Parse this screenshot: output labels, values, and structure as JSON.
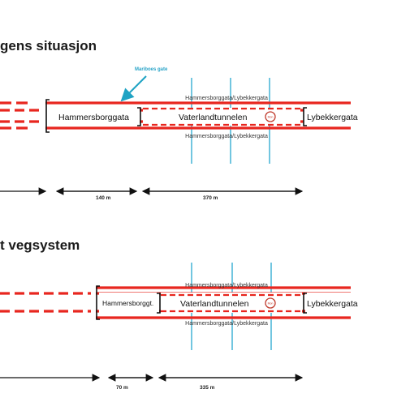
{
  "section1": {
    "heading": "gens situasjon",
    "annotation": "Mariboes gate",
    "box_left": "Hammersborggata",
    "box_mid": "Vaterlandtunnelen",
    "box_right": "Lybekkergata",
    "top_label": "Hammersborggata/Lybekkergata",
    "bottom_label": "Hammersborggata/Lybekkergata",
    "dist1": "140 m",
    "dist2": "370 m",
    "sign_text": "Mon"
  },
  "section2": {
    "heading": "t vegsystem",
    "box_left": "Hammersborggt.",
    "box_mid": "Vaterlandtunnelen",
    "box_right": "Lybekkergata",
    "top_label": "Hammersborggata/Lybekkergata",
    "bottom_label": "Hammersborggata/Lybekkergata",
    "dist1": "70 m",
    "dist2": "335 m",
    "sign_text": "Mon"
  },
  "colors": {
    "road": "#e8261f",
    "ramp": "#4fb8d8",
    "arrow": "#1fa3c4",
    "text": "#111111"
  }
}
